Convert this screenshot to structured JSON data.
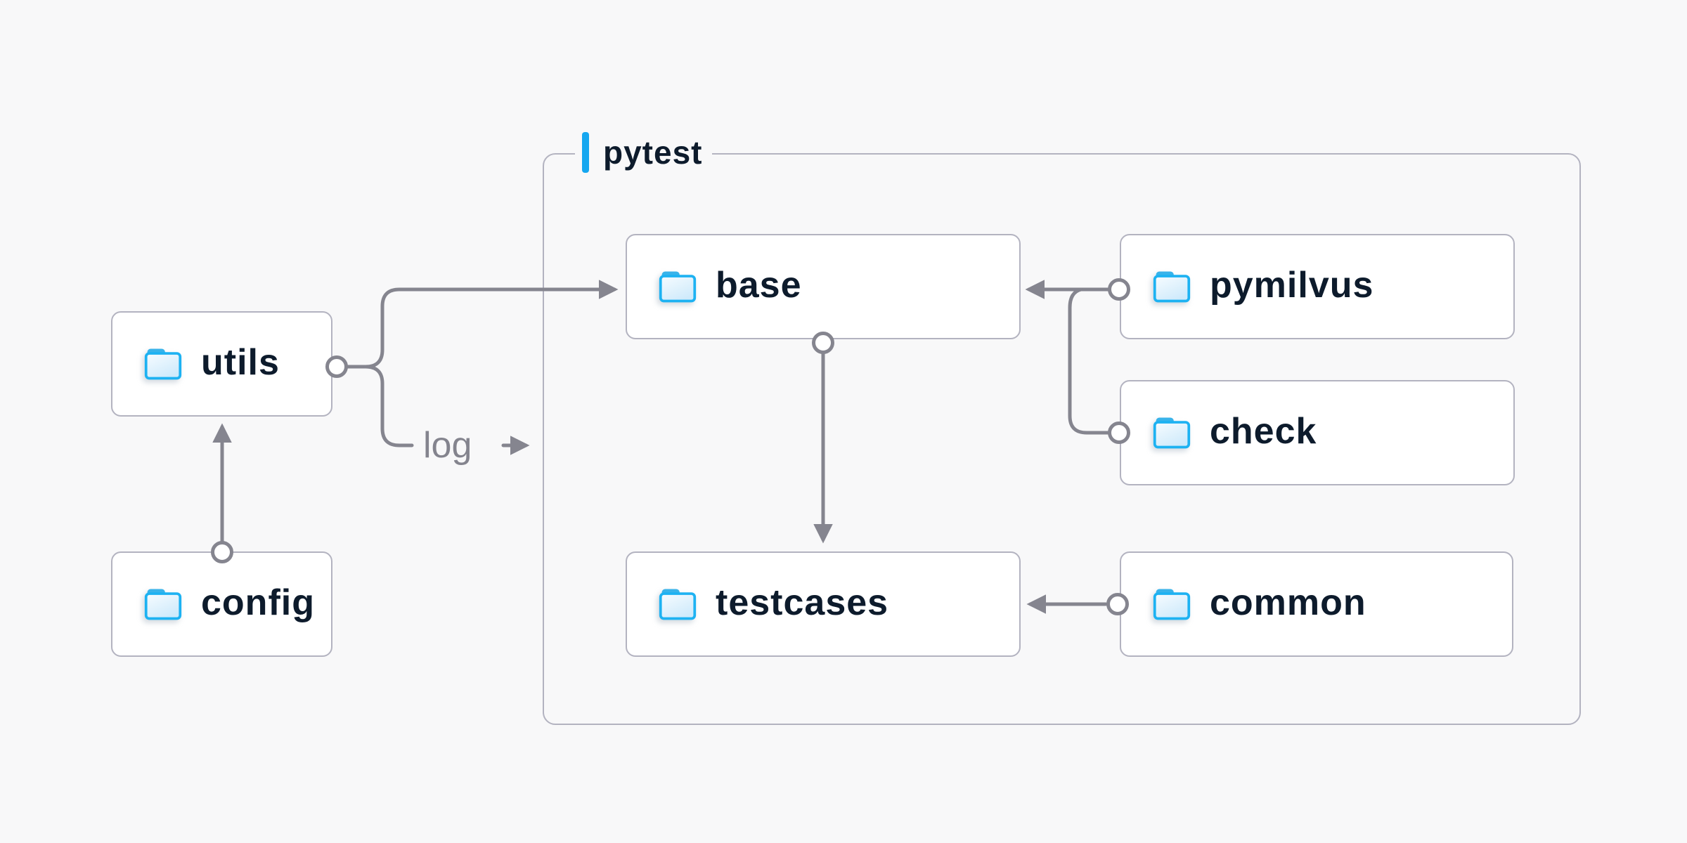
{
  "group": {
    "label": "pytest"
  },
  "edge_label": {
    "text": "log"
  },
  "nodes": {
    "utils": {
      "label": "utils"
    },
    "config": {
      "label": "config"
    },
    "base": {
      "label": "base"
    },
    "pymilvus": {
      "label": "pymilvus"
    },
    "check": {
      "label": "check"
    },
    "testcases": {
      "label": "testcases"
    },
    "common": {
      "label": "common"
    }
  },
  "colors": {
    "background": "#f8f8f9",
    "node_background": "#ffffff",
    "node_border": "#b3b3c0",
    "connector_gray": "#85858f",
    "label_text": "#0d1b2c",
    "muted_text": "#84848e",
    "accent_blue": "#16a7f0",
    "folder_blue": "#1db2f2"
  }
}
